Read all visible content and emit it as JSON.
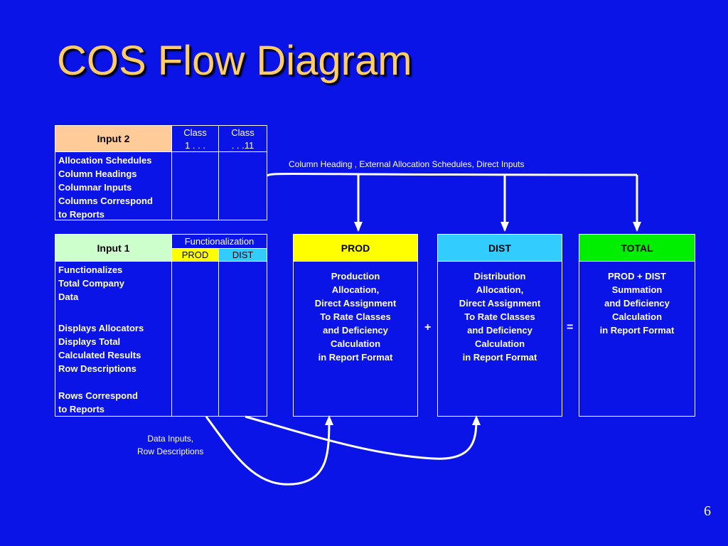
{
  "title": "COS Flow Diagram",
  "page_number": "6",
  "colors": {
    "background": "#0a14e6",
    "title": "#ffcc66",
    "input2": "#ffcc99",
    "input1": "#ccffcc",
    "prod": "#ffff00",
    "dist": "#33ccff",
    "total": "#00ee00"
  },
  "input2": {
    "label": "Input 2",
    "class1": [
      "Class",
      "1 . . ."
    ],
    "class11": [
      "Class",
      ". . .11"
    ],
    "notes": [
      "Allocation Schedules",
      "Column Headings",
      "Columnar Inputs",
      "Columns Correspond",
      "to Reports"
    ]
  },
  "input1": {
    "label": "Input 1",
    "functionalization": "Functionalization",
    "prod": "PROD",
    "dist": "DIST",
    "notes_a": [
      "Functionalizes",
      "Total Company",
      "Data"
    ],
    "notes_b": [
      "Displays Allocators",
      "Displays Total",
      "Calculated Results",
      "Row Descriptions"
    ],
    "notes_c": [
      "Rows Correspond",
      "to Reports"
    ]
  },
  "prod_box": {
    "label": "PROD",
    "lines": [
      "Production",
      "Allocation,",
      "Direct Assignment",
      "To Rate Classes",
      "and Deficiency",
      "Calculation",
      "in Report Format"
    ]
  },
  "dist_box": {
    "label": "DIST",
    "lines": [
      "Distribution",
      "Allocation,",
      "Direct Assignment",
      "To Rate Classes",
      "and Deficiency",
      "Calculation",
      "in Report Format"
    ]
  },
  "total_box": {
    "label": "TOTAL",
    "lines": [
      "PROD + DIST",
      "Summation",
      "and Deficiency",
      "Calculation",
      "in Report Format"
    ]
  },
  "operators": {
    "plus": "+",
    "equals": "="
  },
  "top_note": "Column Heading , External Allocation Schedules, Direct Inputs",
  "bottom_note": [
    "Data Inputs,",
    "Row Descriptions"
  ]
}
